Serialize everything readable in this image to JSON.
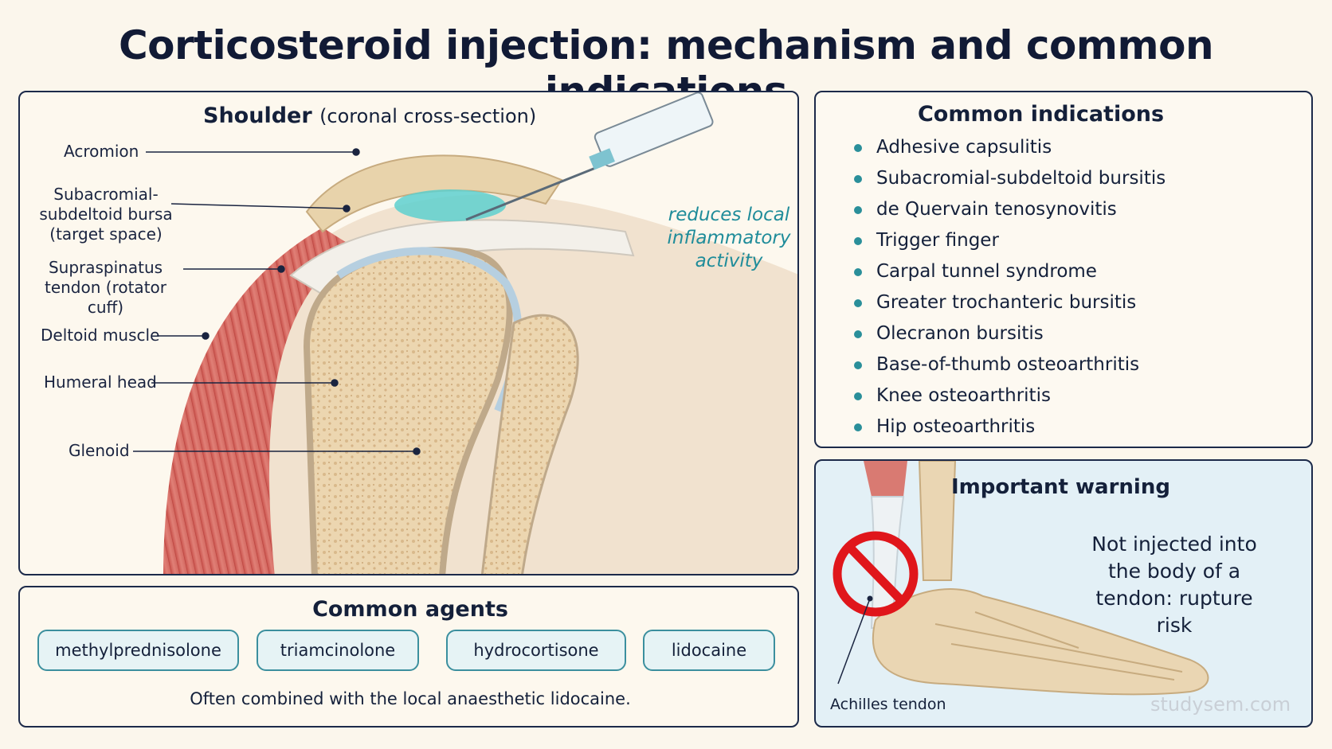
{
  "title": "Corticosteroid injection: mechanism and common indications",
  "shoulder": {
    "heading": "Shoulder",
    "heading_sub": "(coronal cross-section)",
    "labels": {
      "acromion": "Acromion",
      "bursa": [
        "Subacromial-",
        "subdeltoid bursa",
        "(target space)"
      ],
      "supraspinatus": [
        "Supraspinatus",
        "tendon (rotator cuff)"
      ],
      "deltoid": "Deltoid muscle",
      "humeral_head": "Humeral head",
      "glenoid": "Glenoid"
    },
    "note": [
      "reduces local",
      "inflammatory",
      "activity"
    ]
  },
  "agents": {
    "heading": "Common agents",
    "items": [
      "methylprednisolone",
      "triamcinolone",
      "hydrocortisone",
      "lidocaine"
    ],
    "note": "Often combined with the local anaesthetic lidocaine."
  },
  "indications": {
    "heading": "Common indications",
    "items": [
      "Adhesive capsulitis",
      "Subacromial-subdeltoid bursitis",
      "de Quervain tenosynovitis",
      "Trigger finger",
      "Carpal tunnel syndrome",
      "Greater trochanteric bursitis",
      "Olecranon bursitis",
      "Base-of-thumb osteoarthritis",
      "Knee osteoarthritis",
      "Hip osteoarthritis"
    ]
  },
  "warning": {
    "heading": "Important warning",
    "text": [
      "Not injected into",
      "the body of a",
      "tendon: rupture risk"
    ],
    "achilles_label": "Achilles tendon",
    "watermark": "studysem.com",
    "icon": "prohibition-icon"
  },
  "colors": {
    "accent": "#2a8f9a",
    "muscle": "#d9716a",
    "bone": "#ead6b3",
    "border": "#1c2a4a",
    "prohibition": "#e0161b"
  }
}
